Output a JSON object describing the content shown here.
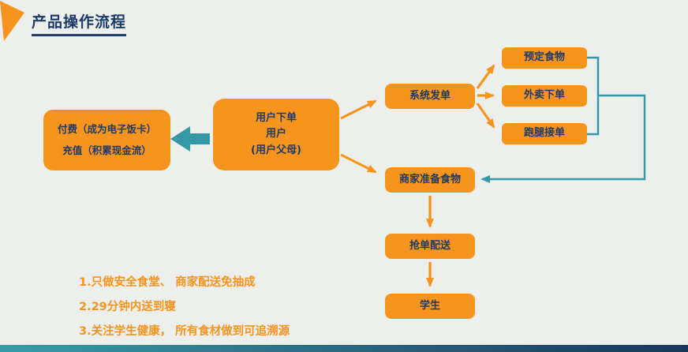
{
  "title": "产品操作流程",
  "colors": {
    "orange": "#F7941E",
    "navy": "#1E3A66",
    "teal": "#3598A6",
    "bg": "#EDEFED",
    "bar_left": "#3A9BA8",
    "bar_right": "#17365D"
  },
  "flowchart": {
    "pay_box_line1": "付费（成为电子饭卡）",
    "pay_box_line2": "充值（积累现金流）",
    "user_box_line1": "用户下单",
    "user_box_line2": "用户",
    "user_box_line3": "(用户父母)",
    "dispatch_box": "系统发单",
    "reserve_box": "预定食物",
    "takeout_box": "外卖下单",
    "errand_box": "跑腿接单",
    "prepare_box": "商家准备食物",
    "deliver_box": "抢单配送",
    "student_box": "学生"
  },
  "notes": [
    "1.只做安全食堂、 商家配送免抽成",
    "2.29分钟内送到寝",
    "3.关注学生健康， 所有食材做到可追溯源"
  ]
}
